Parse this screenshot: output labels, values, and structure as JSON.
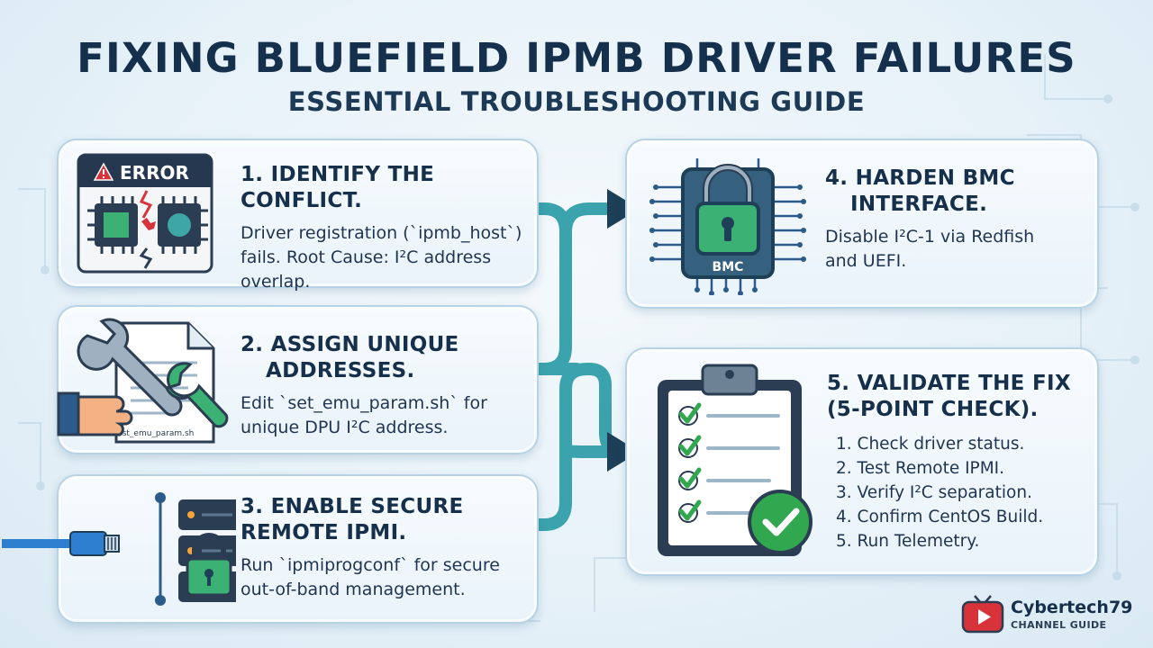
{
  "title": "FIXING BLUEFIELD IPMB DRIVER FAILURES",
  "subtitle": "ESSENTIAL TROUBLESHOOTING GUIDE",
  "steps": [
    {
      "title_l1": "1. IDENTIFY THE CONFLICT.",
      "desc_l1": "Driver registration (`ipmb_host`)",
      "desc_l2": "fails. Root Cause: I²C address",
      "desc_l3": "overlap.",
      "badge": "ERROR"
    },
    {
      "title_l1": "2. ASSIGN UNIQUE",
      "title_l2": "ADDRESSES.",
      "desc_l1": "Edit `set_emu_param.sh` for",
      "desc_l2": "unique DPU I²C address.",
      "file_label": "sst_emu_param.sh"
    },
    {
      "title_l1": "3. ENABLE SECURE",
      "title_l2": "REMOTE IPMI.",
      "desc_l1": "Run `ipmiprogconf` for secure",
      "desc_l2": "out-of-band management."
    },
    {
      "title_l1": "4. HARDEN BMC",
      "title_l2": "INTERFACE.",
      "desc_l1": "Disable I²C-1 via Redfish",
      "desc_l2": "and UEFI.",
      "chip_label": "BMC"
    },
    {
      "title_l1": "5. VALIDATE THE FIX",
      "title_l2": "(5-POINT CHECK).",
      "checks": [
        "1. Check driver status.",
        "2. Test Remote IPMI.",
        "3. Verify I²C separation.",
        "4. Confirm CentOS Build.",
        "5. Run Telemetry."
      ]
    }
  ],
  "brand": {
    "name": "Cybertech79",
    "tagline": "CHANNEL GUIDE"
  },
  "colors": {
    "title": "#15304d",
    "flow": "#3aa3ad",
    "flow_arrow": "#1d3f57",
    "card_border": "#b6d3e6",
    "chip_green": "#3bb273",
    "error_red": "#d8333a",
    "check_green": "#31a84f"
  }
}
